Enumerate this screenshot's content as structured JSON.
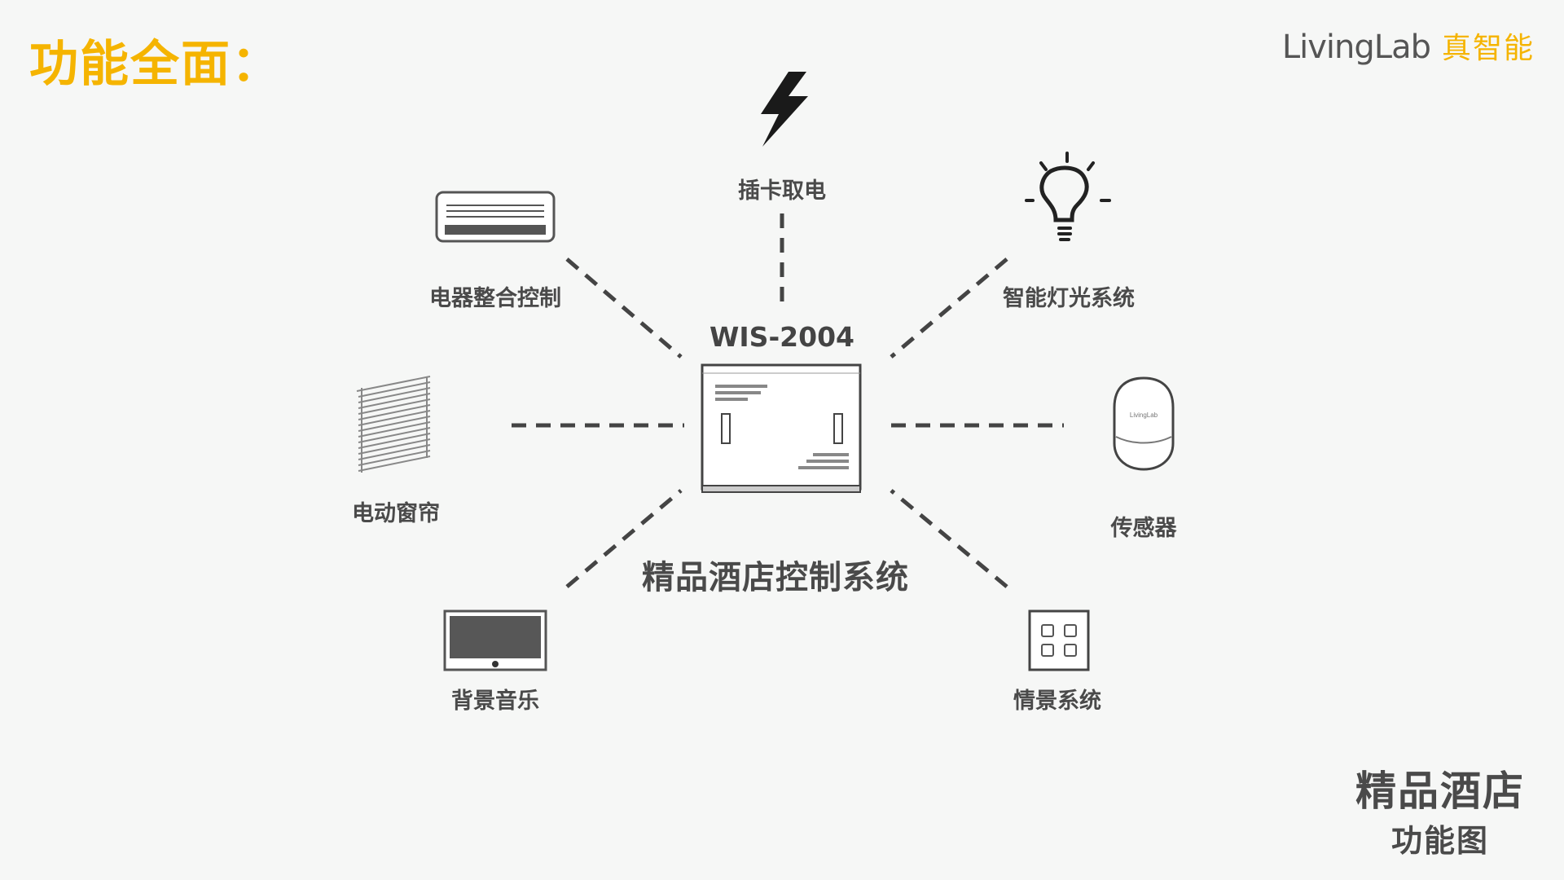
{
  "header": {
    "title": "功能全面：",
    "brand_en": "LivingLab",
    "brand_cn": "真智能"
  },
  "hub": {
    "model": "WIS-2004",
    "caption": "精品酒店控制系统"
  },
  "nodes": {
    "power_card": "插卡取电",
    "appliance": "电器整合控制",
    "lighting": "智能灯光系统",
    "curtain": "电动窗帘",
    "sensor": "传感器",
    "sensor_logo": "LivingLab",
    "music": "背景音乐",
    "scene": "情景系统"
  },
  "corner": {
    "line1": "精品酒店",
    "line2": "功能图"
  },
  "colors": {
    "accent": "#f5b400",
    "text": "#4a4a4a",
    "line": "#444444"
  }
}
